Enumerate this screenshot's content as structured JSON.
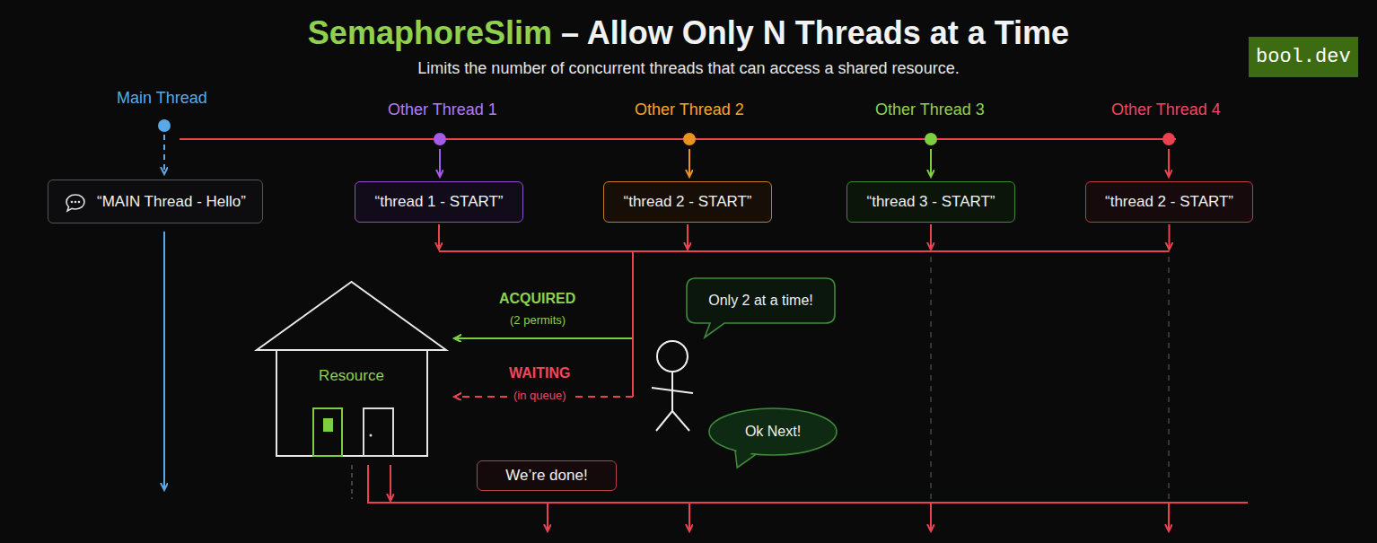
{
  "diagram": {
    "title": "SemaphoreSlim – Allow Only N Threads at a Time",
    "caption": "Limits the number of concurrent threads that can access a shared resource.",
    "nodes": [
      {
        "text": [
          "“MAIN Thread - Hello”"
        ]
      },
      {
        "text": [
          "“thread 1 - START”"
        ]
      },
      {
        "text": [
          "“thread 2 - START”"
        ]
      },
      {
        "text": [
          "“thread 3 - START”"
        ]
      },
      {
        "text": [
          "“thread 2 - START”"
        ]
      },
      {
        "text": [
          "Resource"
        ]
      },
      {
        "text": [
          "Only 2 at a time!"
        ]
      },
      {
        "text": [
          "Ok Next!"
        ]
      },
      {
        "text": [
          "We’re done!"
        ]
      }
    ],
    "edges": [
      {
        "from": 1,
        "to": 5,
        "arrow": "to"
      },
      {
        "from": 2,
        "to": 5,
        "arrow": "to"
      },
      {
        "from": 3,
        "to": 5,
        "arrow": "to"
      },
      {
        "from": 4,
        "to": 5,
        "arrow": "to"
      }
    ],
    "labels": [
      "Main Thread",
      "Other Thread 1",
      "Other Thread 2",
      "Other Thread 3",
      "Other Thread 4",
      "ACQUIRED",
      "(2 permits)",
      "WAITING",
      "(in queue)",
      "bool.dev"
    ]
  }
}
